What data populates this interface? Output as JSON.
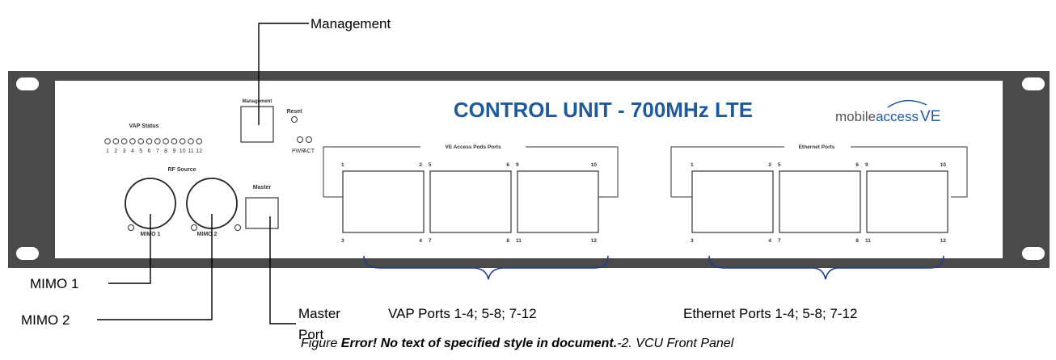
{
  "panel": {
    "title": "CONTROL UNIT - 700MHz LTE",
    "brand": {
      "part1": "mobile",
      "part2": "access",
      "part3": "VE"
    },
    "management_label": "Management",
    "reset_label": "Reset",
    "vap_status_label": "VAP Status",
    "vap_numbers": [
      "1",
      "2",
      "3",
      "4",
      "5",
      "6",
      "7",
      "8",
      "9",
      "10",
      "11",
      "12"
    ],
    "pwr_label": "PWR",
    "act_label": "ACT",
    "rf_source_label": "RF Source",
    "mimo1_label": "MIMO 1",
    "mimo2_label": "MIMO 2",
    "master_label": "Master",
    "ve_ports_label": "VE Access Pods Ports",
    "eth_ports_label": "Ethernet Ports",
    "port_groups": [
      {
        "top_left": "1",
        "top_right": "2",
        "bottom_left": "3",
        "bottom_right": "4"
      },
      {
        "top_left": "5",
        "top_right": "6",
        "bottom_left": "7",
        "bottom_right": "8"
      },
      {
        "top_left": "9",
        "top_right": "10",
        "bottom_left": "11",
        "bottom_right": "12"
      }
    ]
  },
  "callouts": {
    "management": "Management",
    "mimo1": "MIMO 1",
    "mimo2": "MIMO 2",
    "master_line1": "Master",
    "master_line2": "Port",
    "vap_ports": "VAP Ports 1-4; 5-8; 7-12",
    "eth_ports": "Ethernet Ports 1-4; 5-8; 7-12"
  },
  "caption": {
    "prefix": "Figure ",
    "error": "Error! No text of specified style in document.",
    "suffix": "-2. VCU Front Panel"
  },
  "colors": {
    "title_blue": "#1f5a9c",
    "bracket_blue": "#1f3d8a",
    "panel_gray": "#4a4a4a"
  }
}
